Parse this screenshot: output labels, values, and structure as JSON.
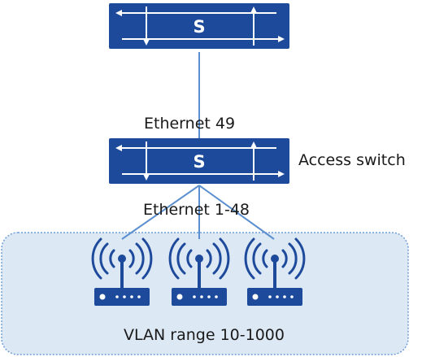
{
  "colors": {
    "switch_blue": "#1e4a9c",
    "device_blue": "#1e4a9c",
    "link_blue": "#5b8fcf",
    "vlan_fill": "#dde8f5",
    "vlan_border": "#6e9dd8"
  },
  "core_switch": {
    "letter": "S",
    "icon": "switch-icon"
  },
  "uplink": {
    "port_label": "Ethernet 49"
  },
  "access_switch": {
    "letter": "S",
    "icon": "switch-icon",
    "name": "Access switch"
  },
  "downlink": {
    "port_label": "Ethernet 1-48"
  },
  "vlan_group": {
    "label": "VLAN range 10-1000",
    "devices": [
      {
        "icon": "wireless-ap-icon"
      },
      {
        "icon": "wireless-ap-icon"
      },
      {
        "icon": "wireless-ap-icon"
      }
    ]
  }
}
